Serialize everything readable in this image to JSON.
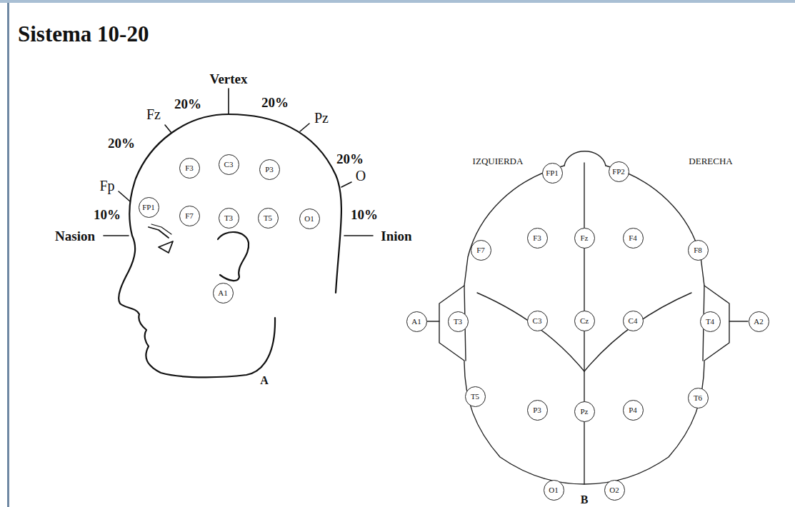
{
  "diagram": {
    "title": "Sistema 10-20",
    "nodes": [
      {
        "text": [
          "F3"
        ]
      },
      {
        "text": [
          "C3"
        ]
      },
      {
        "text": [
          "P3"
        ]
      },
      {
        "text": [
          "FP1"
        ]
      },
      {
        "text": [
          "F7"
        ]
      },
      {
        "text": [
          "T3"
        ]
      },
      {
        "text": [
          "T5"
        ]
      },
      {
        "text": [
          "O1"
        ]
      },
      {
        "text": [
          "A1"
        ]
      },
      {
        "text": [
          "FP1"
        ]
      },
      {
        "text": [
          "FP2"
        ]
      },
      {
        "text": [
          "F3"
        ]
      },
      {
        "text": [
          "Fz"
        ]
      },
      {
        "text": [
          "F4"
        ]
      },
      {
        "text": [
          "F7"
        ]
      },
      {
        "text": [
          "F8"
        ]
      },
      {
        "text": [
          "A1"
        ]
      },
      {
        "text": [
          "T3"
        ]
      },
      {
        "text": [
          "C3"
        ]
      },
      {
        "text": [
          "Cz"
        ]
      },
      {
        "text": [
          "C4"
        ]
      },
      {
        "text": [
          "T4"
        ]
      },
      {
        "text": [
          "A2"
        ]
      },
      {
        "text": [
          "T5"
        ]
      },
      {
        "text": [
          "P3"
        ]
      },
      {
        "text": [
          "Pz"
        ]
      },
      {
        "text": [
          "P4"
        ]
      },
      {
        "text": [
          "T6"
        ]
      },
      {
        "text": [
          "O1"
        ]
      },
      {
        "text": [
          "O2"
        ]
      }
    ],
    "labels": [
      "Vertex",
      "20%",
      "20%",
      "Fz",
      "Pz",
      "20%",
      "20%",
      "Fp",
      "O",
      "10%",
      "10%",
      "Nasion",
      "Inion",
      "A",
      "IZQUIERDA",
      "DERECHA",
      "B"
    ]
  }
}
